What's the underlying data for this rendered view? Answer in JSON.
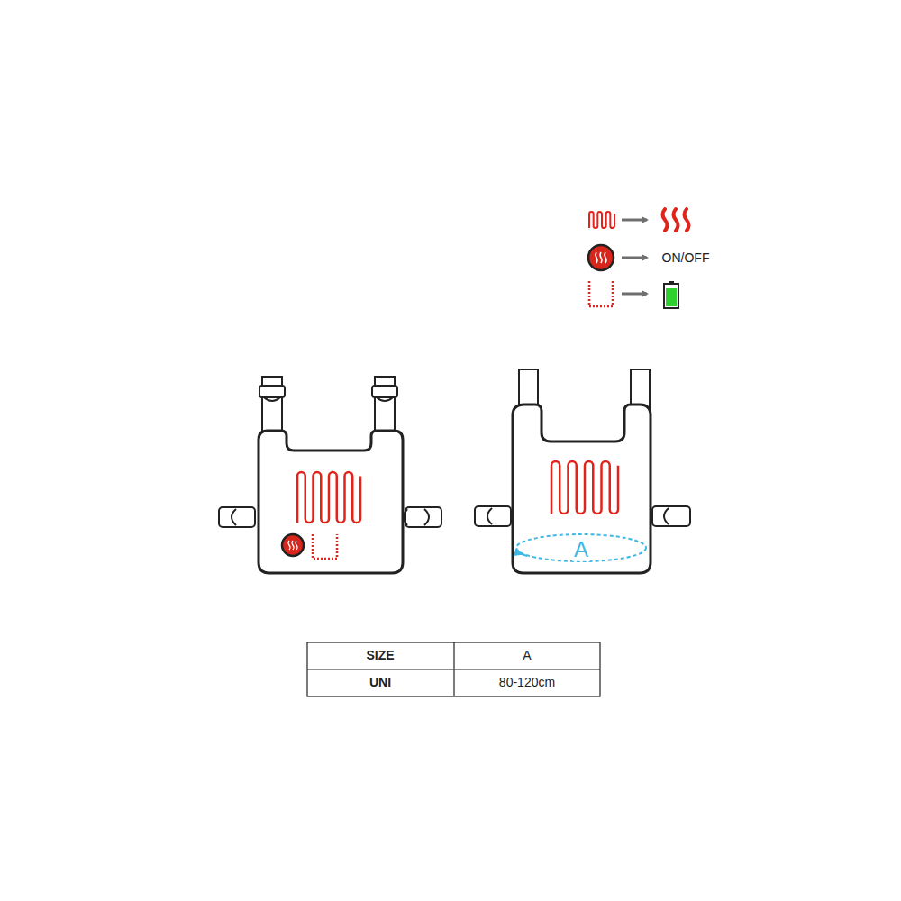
{
  "diagram": {
    "labels": [
      "A",
      "SIZE",
      "A",
      "UNI",
      "80-120cm"
    ],
    "legend": [
      {
        "text": "ON/OFF"
      }
    ]
  }
}
